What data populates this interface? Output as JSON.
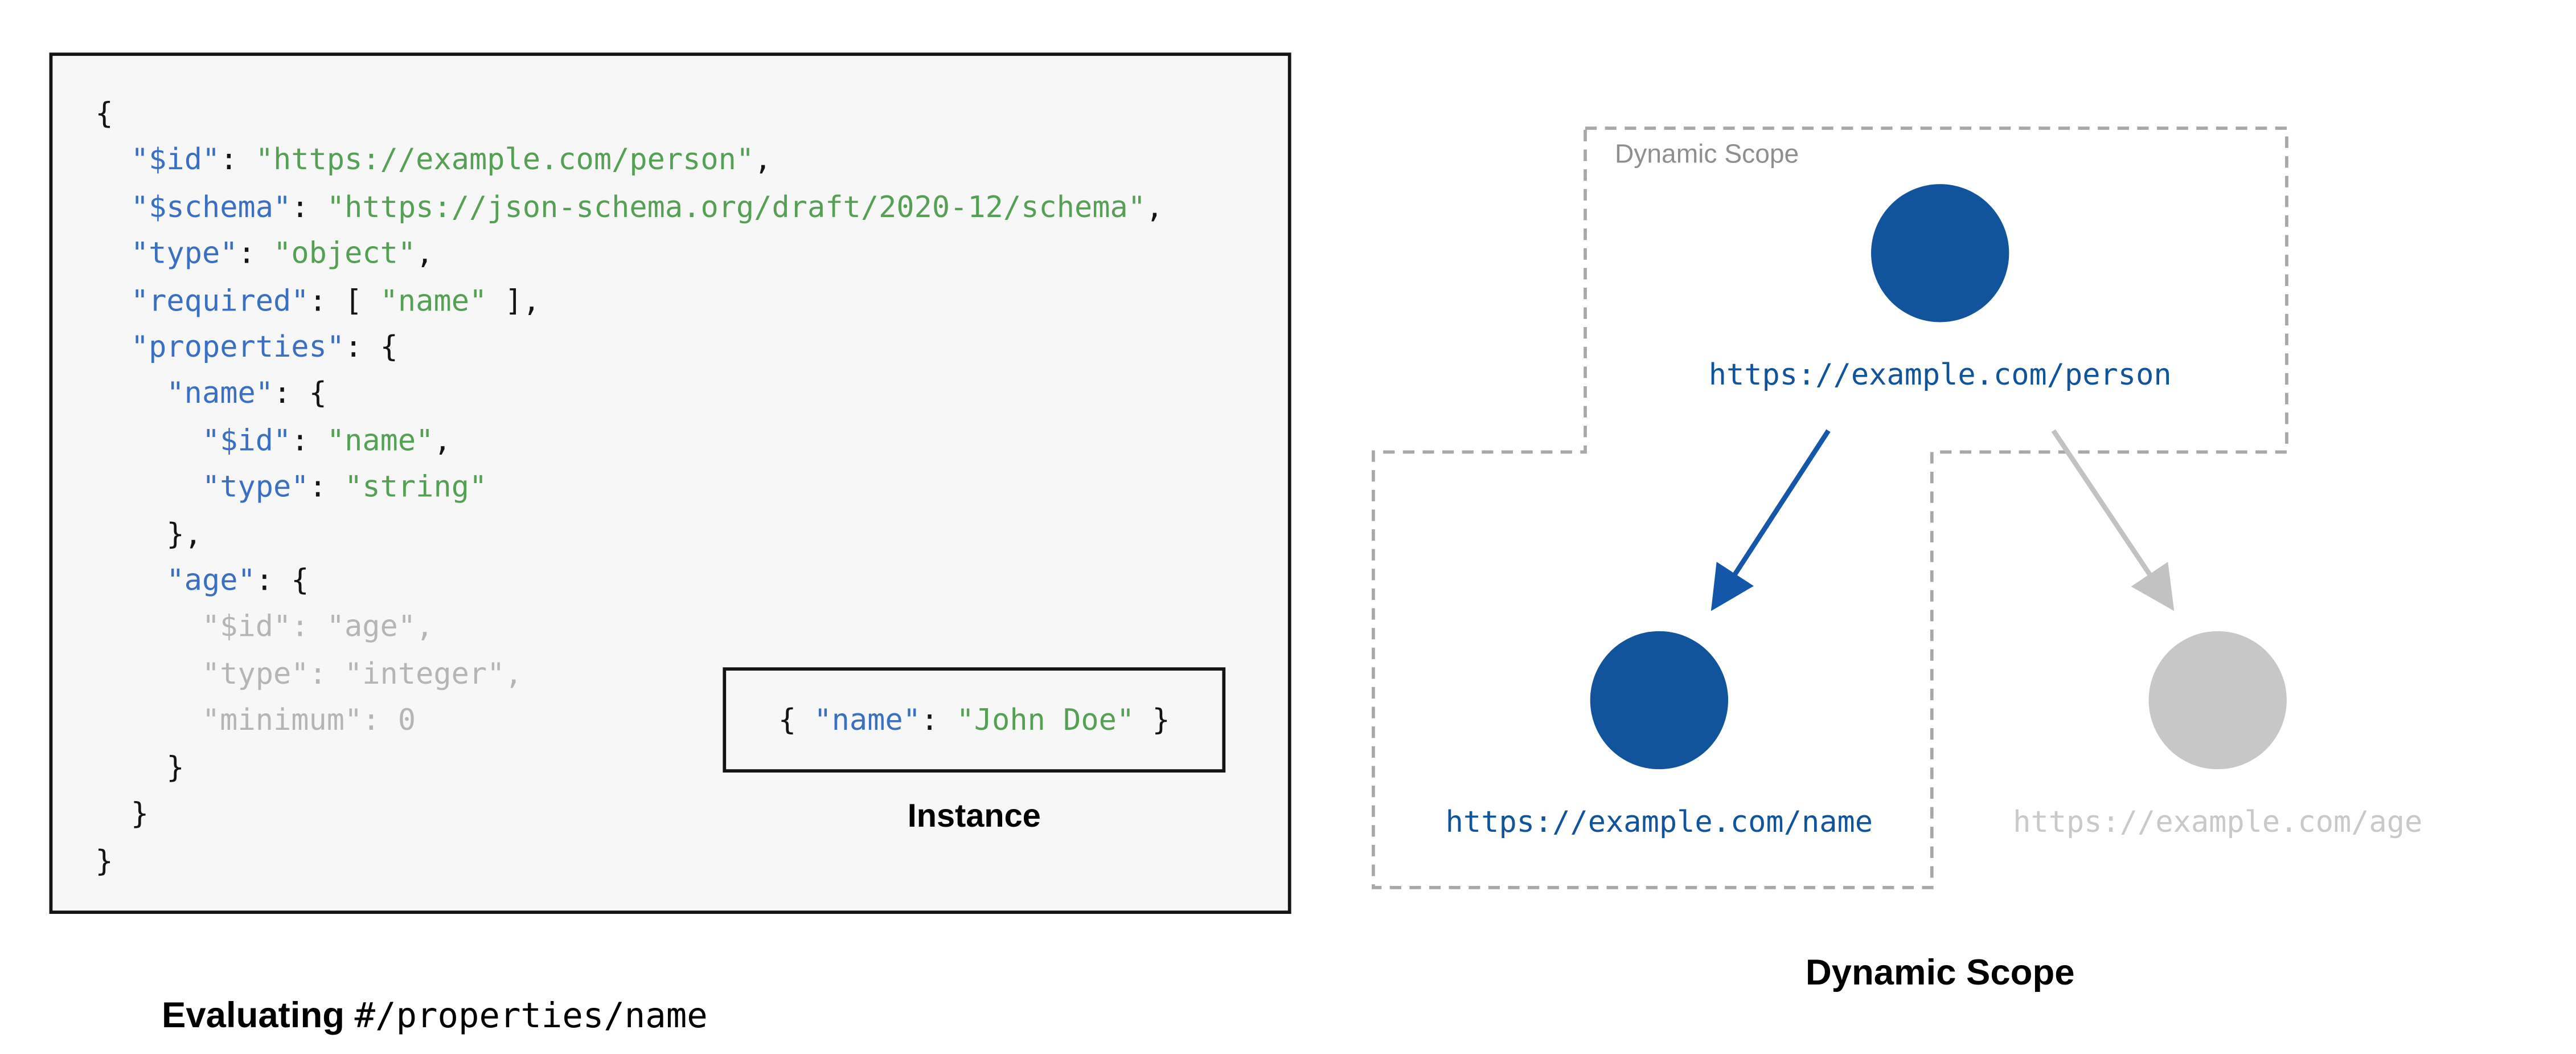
{
  "left": {
    "caption_bold": "Evaluating ",
    "caption_code": "#/properties/name",
    "instance_label": "Instance",
    "instance_segments": [
      {
        "t": "{ ",
        "c": "p"
      },
      {
        "t": "\"name\"",
        "c": "k"
      },
      {
        "t": ": ",
        "c": "p"
      },
      {
        "t": "\"John Doe\"",
        "c": "s"
      },
      {
        "t": " }",
        "c": "p"
      }
    ],
    "code_lines": [
      [
        {
          "t": "{",
          "c": "p"
        }
      ],
      [
        {
          "t": "  ",
          "c": "p"
        },
        {
          "t": "\"$id\"",
          "c": "k"
        },
        {
          "t": ": ",
          "c": "p"
        },
        {
          "t": "\"https://example.com/person\"",
          "c": "s"
        },
        {
          "t": ",",
          "c": "p"
        }
      ],
      [
        {
          "t": "  ",
          "c": "p"
        },
        {
          "t": "\"$schema\"",
          "c": "k"
        },
        {
          "t": ": ",
          "c": "p"
        },
        {
          "t": "\"https://json-schema.org/draft/2020-12/schema\"",
          "c": "s"
        },
        {
          "t": ",",
          "c": "p"
        }
      ],
      [
        {
          "t": "  ",
          "c": "p"
        },
        {
          "t": "\"type\"",
          "c": "k"
        },
        {
          "t": ": ",
          "c": "p"
        },
        {
          "t": "\"object\"",
          "c": "s"
        },
        {
          "t": ",",
          "c": "p"
        }
      ],
      [
        {
          "t": "  ",
          "c": "p"
        },
        {
          "t": "\"required\"",
          "c": "k"
        },
        {
          "t": ": [ ",
          "c": "p"
        },
        {
          "t": "\"name\"",
          "c": "s"
        },
        {
          "t": " ],",
          "c": "p"
        }
      ],
      [
        {
          "t": "  ",
          "c": "p"
        },
        {
          "t": "\"properties\"",
          "c": "k"
        },
        {
          "t": ": {",
          "c": "p"
        }
      ],
      [
        {
          "t": "    ",
          "c": "p"
        },
        {
          "t": "\"name\"",
          "c": "k"
        },
        {
          "t": ": {",
          "c": "p"
        }
      ],
      [
        {
          "t": "      ",
          "c": "p"
        },
        {
          "t": "\"$id\"",
          "c": "k"
        },
        {
          "t": ": ",
          "c": "p"
        },
        {
          "t": "\"name\"",
          "c": "s"
        },
        {
          "t": ",",
          "c": "p"
        }
      ],
      [
        {
          "t": "      ",
          "c": "p"
        },
        {
          "t": "\"type\"",
          "c": "k"
        },
        {
          "t": ": ",
          "c": "p"
        },
        {
          "t": "\"string\"",
          "c": "s"
        }
      ],
      [
        {
          "t": "    },",
          "c": "p"
        }
      ],
      [
        {
          "t": "    ",
          "c": "p"
        },
        {
          "t": "\"age\"",
          "c": "k"
        },
        {
          "t": ": {",
          "c": "p"
        }
      ],
      [
        {
          "t": "      \"$id\": \"age\",",
          "c": "d"
        }
      ],
      [
        {
          "t": "      \"type\": \"integer\",",
          "c": "d"
        }
      ],
      [
        {
          "t": "      \"minimum\": 0",
          "c": "d"
        }
      ],
      [
        {
          "t": "    }",
          "c": "p"
        }
      ],
      [
        {
          "t": "  }",
          "c": "p"
        }
      ],
      [
        {
          "t": "}",
          "c": "p"
        }
      ]
    ]
  },
  "right": {
    "scope_label": "Dynamic Scope",
    "caption": "Dynamic Scope",
    "nodes": [
      {
        "id": "person",
        "label": "https://example.com/person",
        "state": "in-scope"
      },
      {
        "id": "name",
        "label": "https://example.com/name",
        "state": "in-scope"
      },
      {
        "id": "age",
        "label": "https://example.com/age",
        "state": "out-of-scope"
      }
    ]
  },
  "colors": {
    "key_blue": "#3a6fc3",
    "string_green": "#55a055",
    "punct": "#141414",
    "dim_gray": "#b5b5b5",
    "node_blue": "#11549b",
    "node_gray": "#c7c7c7",
    "label_gray": "#c9c9c9",
    "arrow_blue": "#1457a8",
    "arrow_gray": "#c2c2c2",
    "dashed_gray": "#a8a8a8",
    "scope_gray": "#8f8f8f"
  }
}
